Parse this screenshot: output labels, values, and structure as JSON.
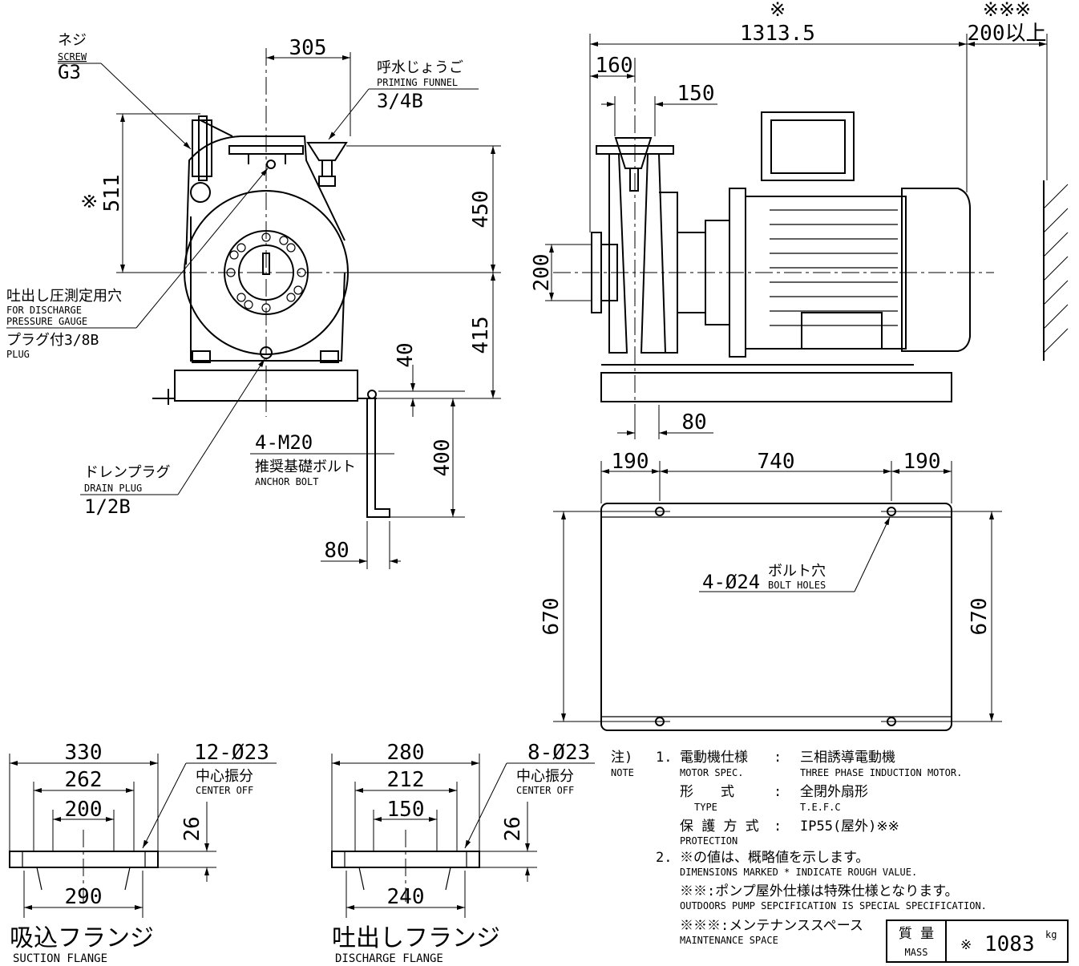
{
  "dimensions": {
    "front_width_top": "305",
    "front_height": "511",
    "front_height_mark": "※",
    "front_upper": "450",
    "front_lower": "415",
    "base_40": "40",
    "bolt_400": "400",
    "bolt_80": "80",
    "side_total": "1313.5",
    "side_total_mark": "※",
    "maint_space": "200以上",
    "maint_mark": "※※※",
    "side_160": "160",
    "side_150": "150",
    "side_200": "200",
    "side_80": "80",
    "plan_190_left": "190",
    "plan_740": "740",
    "plan_190_right": "190",
    "plan_670_left": "670",
    "plan_670_right": "670"
  },
  "labels": {
    "screw_jp": "ネジ",
    "screw_en": "SCREW",
    "screw_size": "G3",
    "funnel_jp": "呼水じょうご",
    "funnel_en": "PRIMING FUNNEL",
    "funnel_size": "3/4B",
    "gauge_jp": "吐出し圧測定用穴",
    "gauge_en1": "FOR DISCHARGE",
    "gauge_en2": "PRESSURE GAUGE",
    "plug_jp": "プラグ付3/8B",
    "plug_en": "PLUG",
    "drain_jp": "ドレンプラグ",
    "drain_en": "DRAIN PLUG",
    "drain_size": "1/2B",
    "anchor_size": "4-M20",
    "anchor_jp": "推奨基礎ボルト",
    "anchor_en": "ANCHOR BOLT",
    "holes_size": "4-Ø24",
    "holes_jp": "ボルト穴",
    "holes_en": "BOLT HOLES"
  },
  "suction_flange": {
    "outer": "330",
    "pcd": "262",
    "bore": "200",
    "holes": "12-Ø23",
    "center_off_jp": "中心振分",
    "center_off_en": "CENTER OFF",
    "thickness": "26",
    "face": "290",
    "title_jp": "吸込フランジ",
    "title_en": "SUCTION FLANGE"
  },
  "discharge_flange": {
    "outer": "280",
    "pcd": "212",
    "bore": "150",
    "holes": "8-Ø23",
    "center_off_jp": "中心振分",
    "center_off_en": "CENTER OFF",
    "thickness": "26",
    "face": "240",
    "title_jp": "吐出しフランジ",
    "title_en": "DISCHARGE FLANGE"
  },
  "notes": {
    "head_jp": "注)",
    "head_en": "NOTE",
    "n1": "1.",
    "motor_spec_jp": "電動機仕様",
    "motor_spec_en": "MOTOR SPEC.",
    "motor_spec_val_jp": "三相誘導電動機",
    "motor_spec_val_en": "THREE PHASE INDUCTION MOTOR.",
    "type_jp": "形　　式",
    "type_en": "TYPE",
    "type_val_jp": "全閉外扇形",
    "type_val_en": "T.E.F.C",
    "prot_jp": "保 護 方 式",
    "prot_en": "PROTECTION",
    "prot_val": "IP55(屋外)※※",
    "colon": ":",
    "n2": "2.",
    "rough_jp": "※の値は、概略値を示します。",
    "rough_en": "DIMENSIONS MARKED * INDICATE ROUGH VALUE.",
    "outdoor_jp": "※※:ポンプ屋外仕様は特殊仕様となります。",
    "outdoor_en": "OUTDOORS PUMP SEPCIFICATION IS SPECIAL SPECIFICATION.",
    "maint_jp": "※※※:メンテナンススペース",
    "maint_en": "MAINTENANCE SPACE"
  },
  "mass": {
    "label_jp": "質 量",
    "label_en": "MASS",
    "mark": "※",
    "value": "1083",
    "unit": "kg"
  }
}
